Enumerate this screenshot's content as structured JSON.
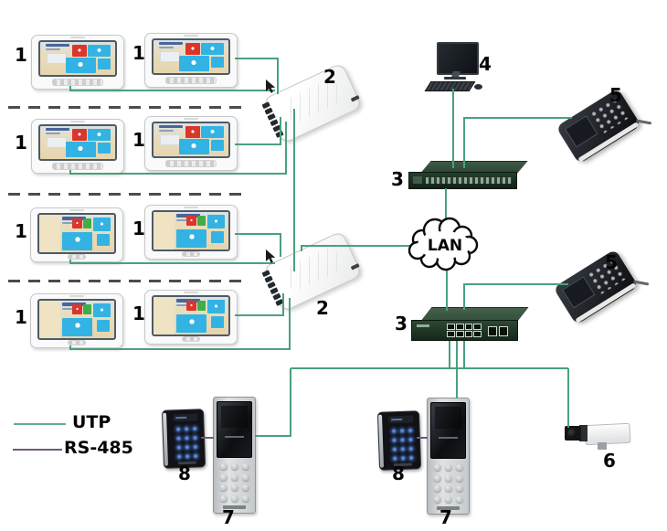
{
  "cloud": {
    "label": "LAN"
  },
  "legend": {
    "utp": {
      "label": "UTP",
      "color": "#4aa17c"
    },
    "rs485": {
      "label": "RS-485",
      "color": "#6e5a7e"
    }
  },
  "devices": {
    "indoor_monitor": {
      "label": "1"
    },
    "distributor": {
      "label": "2"
    },
    "network_switch": {
      "label": "3"
    },
    "computer": {
      "label": "4"
    },
    "master_station": {
      "label": "5"
    },
    "camera": {
      "label": "6"
    },
    "door_station": {
      "label": "7"
    },
    "access_keypad": {
      "label": "8"
    }
  }
}
